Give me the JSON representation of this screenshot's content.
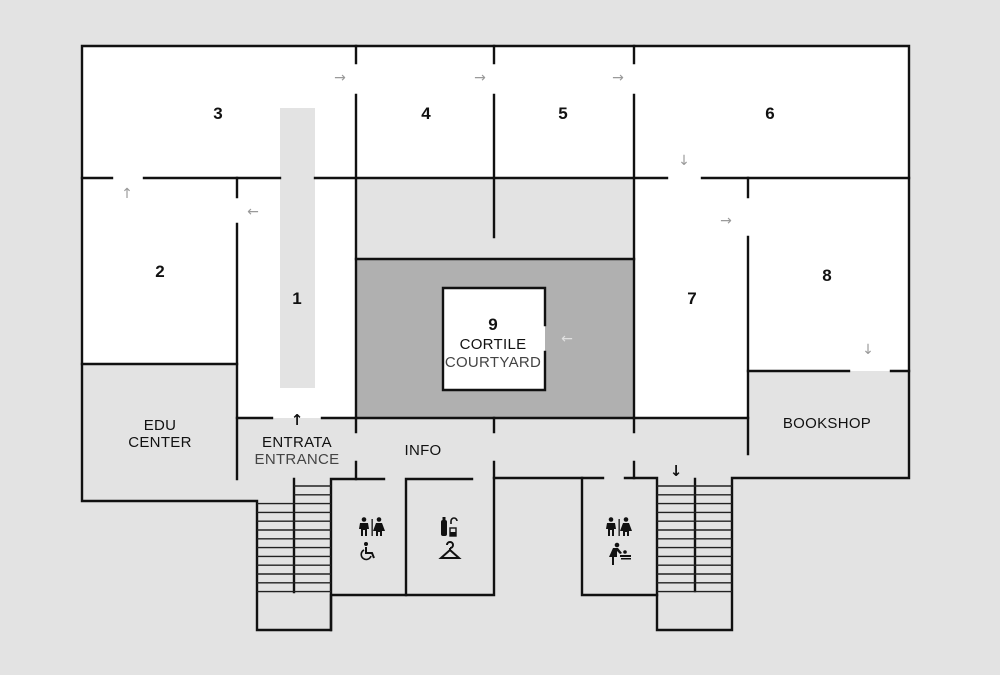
{
  "map": {
    "rooms": {
      "r1": "1",
      "r2": "2",
      "r3": "3",
      "r4": "4",
      "r5": "5",
      "r6": "6",
      "r7": "7",
      "r8": "8",
      "r9": "9"
    },
    "courtyard": {
      "it": "CORTILE",
      "en": "COURTYARD"
    },
    "edu_center": {
      "line1": "EDU",
      "line2": "CENTER"
    },
    "entrance": {
      "it": "ENTRATA",
      "en": "ENTRANCE"
    },
    "info": "INFO",
    "bookshop": "BOOKSHOP",
    "icons": [
      "toilets-icon",
      "wheelchair-accessible-icon",
      "lockers-icon",
      "cloakroom-hanger-icon",
      "toilets-icon",
      "baby-changing-icon",
      "stairs-icon",
      "direction-arrow-icon"
    ],
    "colors": {
      "background": "#e3e3e3",
      "room": "#ffffff",
      "courtyard_surround": "#b0b0b0",
      "wall": "#111111",
      "arrow": "#9a9a9a"
    }
  }
}
